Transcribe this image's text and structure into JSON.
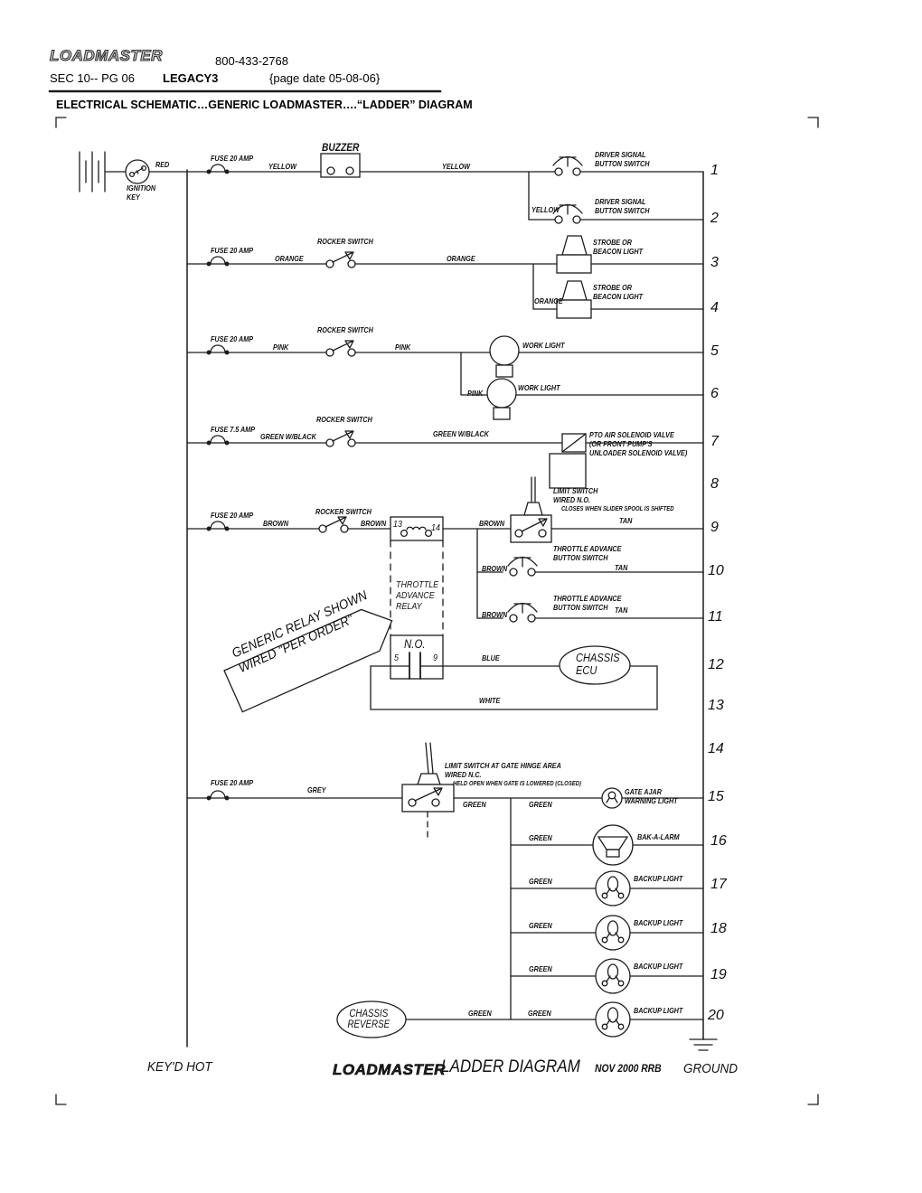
{
  "header": {
    "logo": "LOADMASTER",
    "phone": "800-433-2768",
    "section": "SEC 10-- PG 06",
    "model": "LEGACY3",
    "page_date": "{page date 05-08-06}",
    "title": "ELECTRICAL SCHEMATIC…GENERIC LOADMASTER….“LADDER” DIAGRAM"
  },
  "source": {
    "wire": "RED",
    "label": "IGNITION\nKEY"
  },
  "relay": {
    "name": "THROTTLE\nADVANCE\nRELAY",
    "contact": "N.O.",
    "t5": "5",
    "t9": "9",
    "banner": "GENERIC RELAY SHOWN\nWIRED \"PER ORDER\""
  },
  "rungs": {
    "r1": {
      "number": "1",
      "fuse": "FUSE 20 AMP",
      "wire1": "YELLOW",
      "device": "BUZZER",
      "wire2": "YELLOW",
      "switch": "DRIVER SIGNAL\nBUTTON SWITCH"
    },
    "r2": {
      "number": "2",
      "wire1": "YELLOW",
      "switch": "DRIVER SIGNAL\nBUTTON SWITCH"
    },
    "r3": {
      "number": "3",
      "fuse": "FUSE 20 AMP",
      "wire1": "ORANGE",
      "switch": "ROCKER SWITCH",
      "wire2": "ORANGE",
      "load": "STROBE OR\nBEACON LIGHT"
    },
    "r4": {
      "number": "4",
      "wire1": "ORANGE",
      "load": "STROBE OR\nBEACON LIGHT"
    },
    "r5": {
      "number": "5",
      "fuse": "FUSE 20 AMP",
      "wire1": "PINK",
      "switch": "ROCKER SWITCH",
      "wire2": "PINK",
      "load": "WORK LIGHT"
    },
    "r6": {
      "number": "6",
      "wire1": "PINK",
      "load": "WORK LIGHT"
    },
    "r7": {
      "number": "7",
      "fuse": "FUSE 7.5 AMP",
      "wire1": "GREEN W/BLACK",
      "switch": "ROCKER SWITCH",
      "wire2": "GREEN W/BLACK",
      "load": "PTO AIR SOLENOID VALVE\n(OR FRONT PUMP'S\nUNLOADER SOLENOID VALVE)"
    },
    "r8": {
      "number": "8"
    },
    "r9": {
      "number": "9",
      "fuse": "FUSE 20 AMP",
      "wire1": "BROWN",
      "switch": "ROCKER SWITCH",
      "wire2": "BROWN",
      "coil_t1": "13",
      "coil_t2": "14",
      "wire3": "BROWN",
      "limit": "LIMIT SWITCH\nWIRED N.O.",
      "note": "CLOSES WHEN SLIDER SPOOL IS SHIFTED",
      "wire4": "TAN"
    },
    "r10": {
      "number": "10",
      "wire1": "BROWN",
      "switch": "THROTTLE ADVANCE\nBUTTON SWITCH",
      "wire2": "TAN"
    },
    "r11": {
      "number": "11",
      "wire1": "BROWN",
      "switch": "THROTTLE ADVANCE\nBUTTON SWITCH",
      "wire2": "TAN"
    },
    "r12": {
      "number": "12",
      "wire1": "BLUE",
      "ecu": "CHASSIS\nECU"
    },
    "r13": {
      "number": "13",
      "wire1": "WHITE"
    },
    "r14": {
      "number": "14"
    },
    "r15": {
      "number": "15",
      "fuse": "FUSE 20 AMP",
      "wire1": "GREY",
      "limit": "LIMIT SWITCH AT GATE HINGE AREA\nWIRED N.C.",
      "note": "HELD OPEN WHEN GATE IS LOWERED (CLOSED)",
      "wire2": "GREEN",
      "wire3": "GREEN",
      "load": "GATE AJAR\nWARNING LIGHT"
    },
    "r16": {
      "number": "16",
      "wire1": "GREEN",
      "load": "BAK-A-LARM"
    },
    "r17": {
      "number": "17",
      "wire1": "GREEN",
      "load": "BACKUP LIGHT"
    },
    "r18": {
      "number": "18",
      "wire1": "GREEN",
      "load": "BACKUP LIGHT"
    },
    "r19": {
      "number": "19",
      "wire1": "GREEN",
      "load": "BACKUP LIGHT"
    },
    "r20": {
      "number": "20",
      "source": "CHASSIS\nREVERSE",
      "wire1": "GREEN",
      "wire2": "GREEN",
      "load": "BACKUP LIGHT"
    }
  },
  "footer": {
    "left_rail_label": "KEY'D HOT",
    "logo": "LOADMASTER",
    "title": "LADDER DIAGRAM",
    "revision": "NOV 2000 RRB",
    "right_rail_label": "GROUND"
  }
}
